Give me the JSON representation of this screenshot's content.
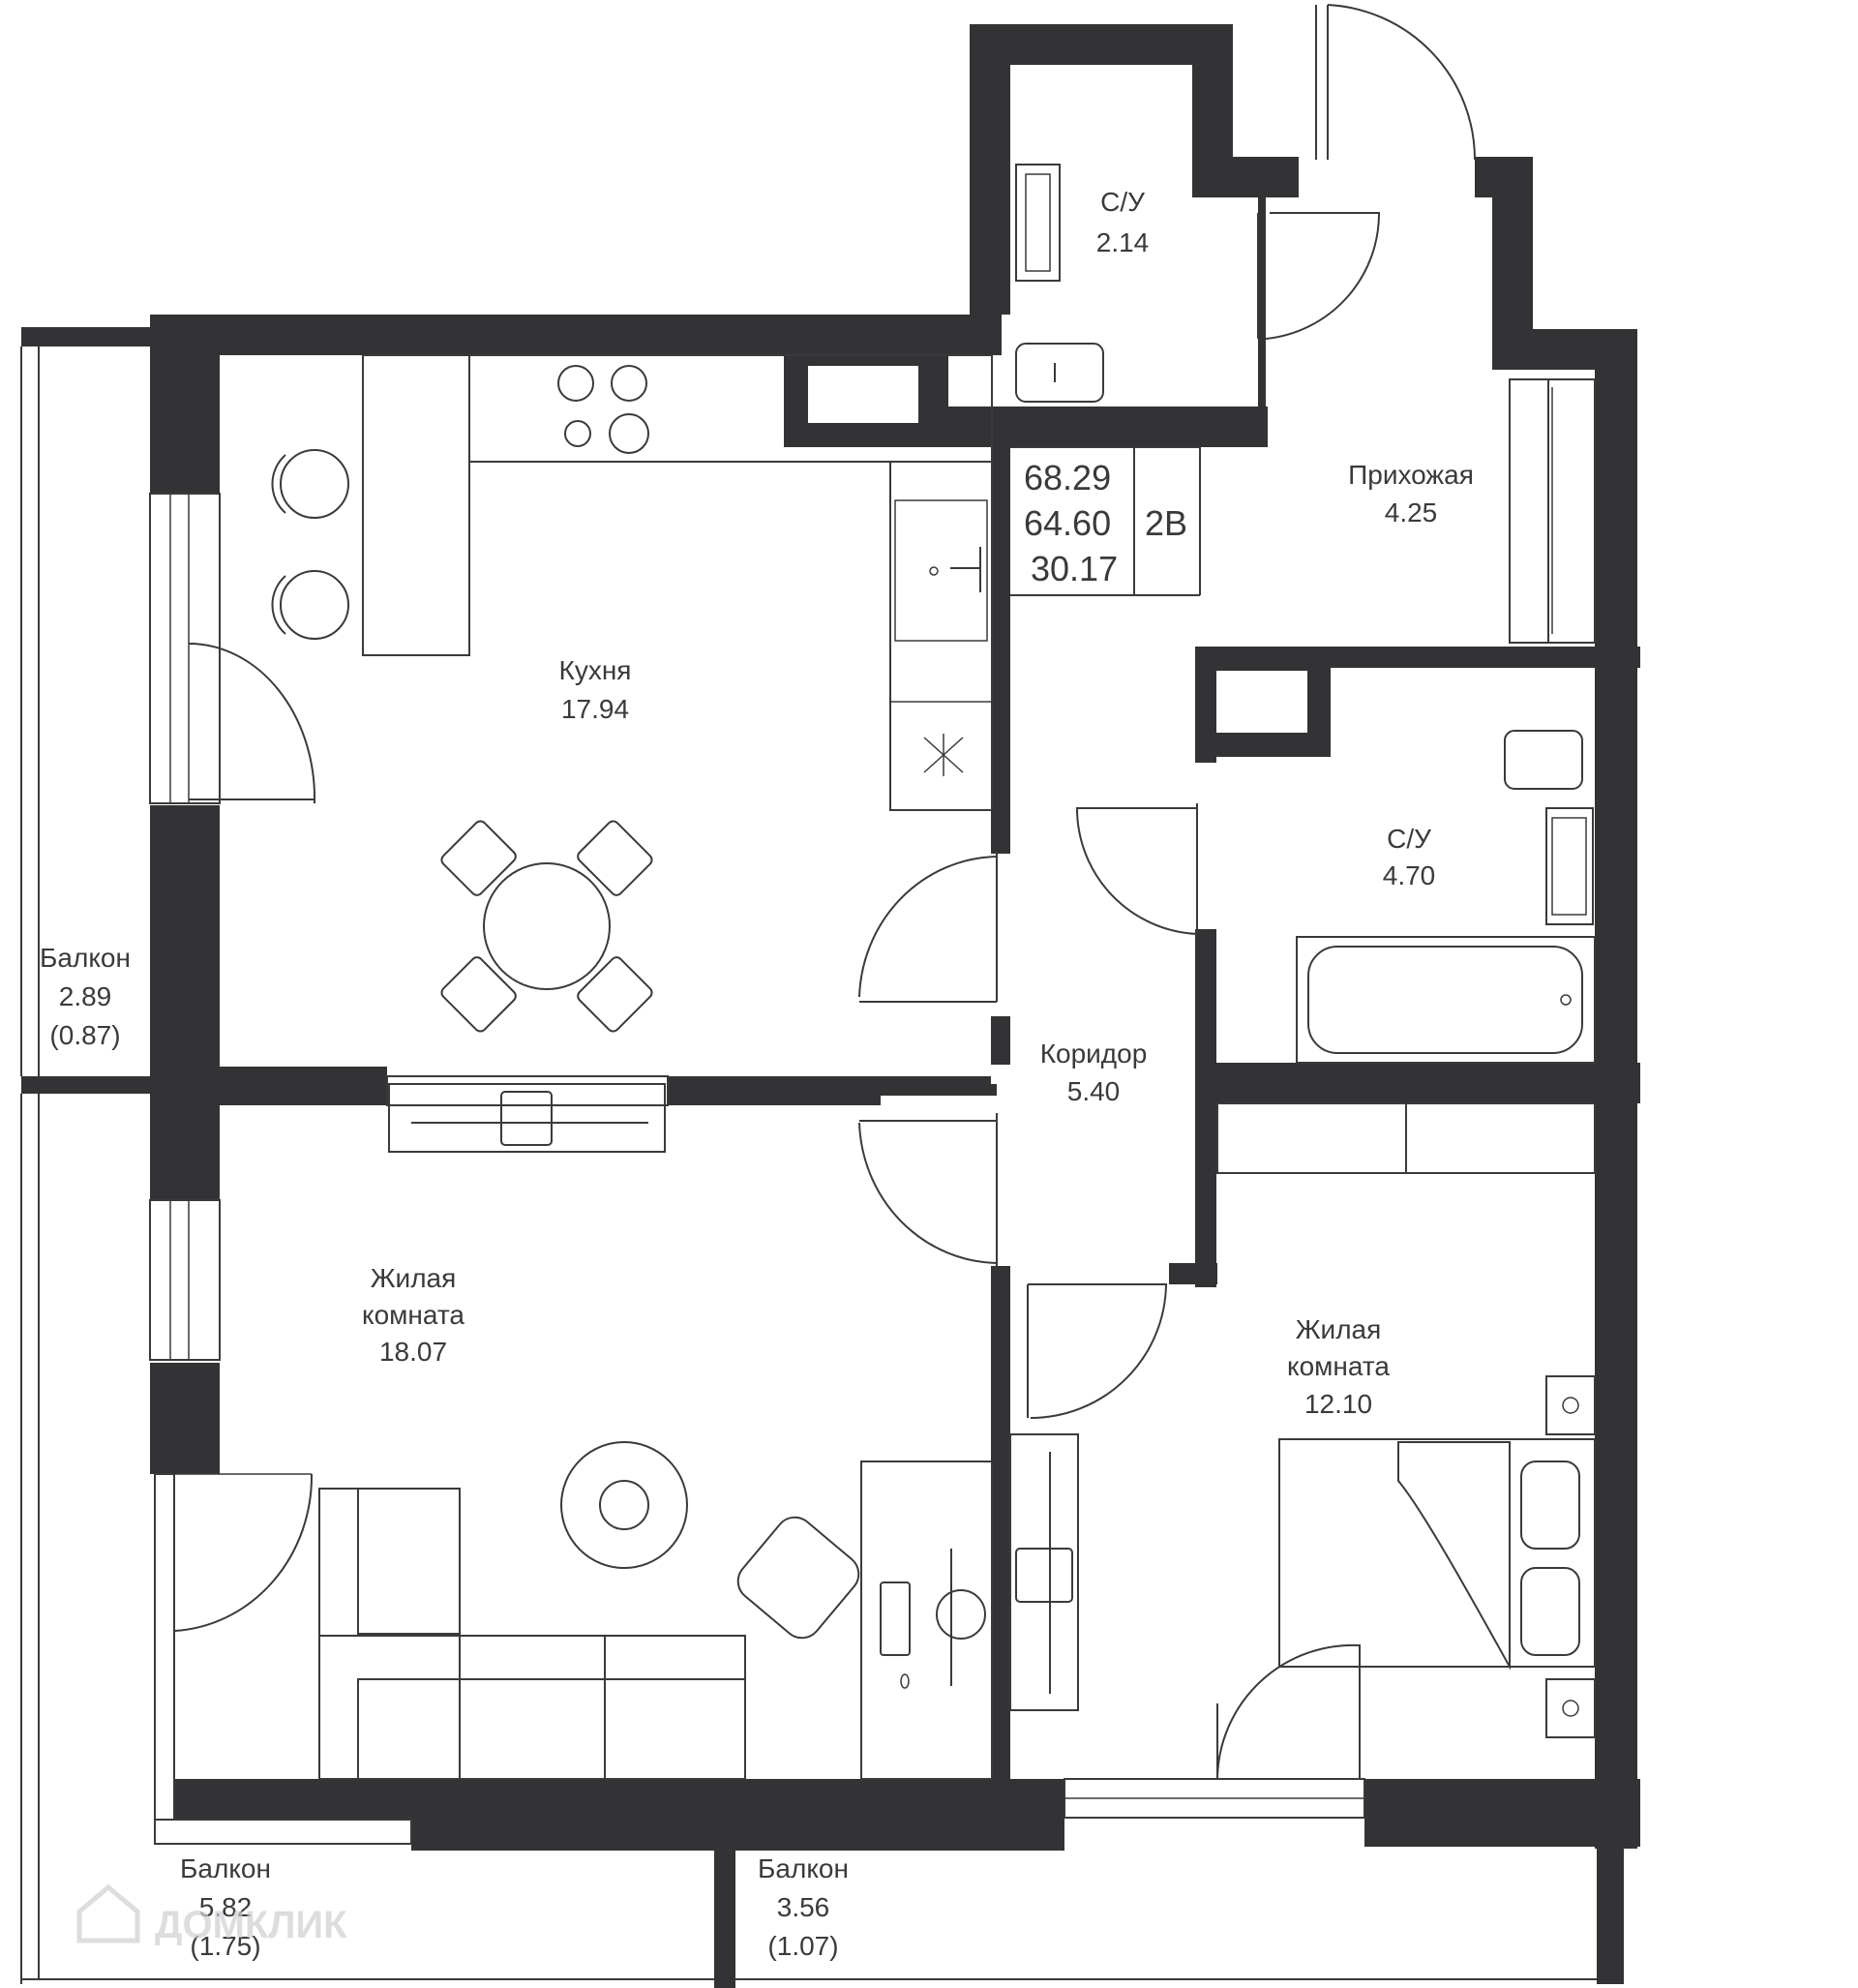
{
  "summary": {
    "total_area": "68.29",
    "area_without_balconies": "64.60",
    "living_area": "30.17",
    "layout_type": "2В"
  },
  "rooms": [
    {
      "id": "bathroom_small",
      "name": "С/У",
      "area": "2.14"
    },
    {
      "id": "hallway",
      "name": "Прихожая",
      "area": "4.25"
    },
    {
      "id": "kitchen",
      "name": "Кухня",
      "area": "17.94"
    },
    {
      "id": "bathroom_large",
      "name": "С/У",
      "area": "4.70"
    },
    {
      "id": "corridor",
      "name": "Коридор",
      "area": "5.40"
    },
    {
      "id": "living_room_1",
      "name_line1": "Жилая",
      "name_line2": "комната",
      "area": "18.07"
    },
    {
      "id": "living_room_2",
      "name_line1": "Жилая",
      "name_line2": "комната",
      "area": "12.10"
    },
    {
      "id": "balcony_west",
      "name": "Балкон",
      "area": "2.89",
      "reduced_area": "(0.87)"
    },
    {
      "id": "balcony_south_left",
      "name": "Балкон",
      "area": "5.82",
      "reduced_area": "(1.75)"
    },
    {
      "id": "balcony_south_right",
      "name": "Балкон",
      "area": "3.56",
      "reduced_area": "(1.07)"
    }
  ],
  "watermark": "ДОМКЛИК",
  "colors": {
    "wall": "#333335",
    "line": "#3a3a3c",
    "background": "#ffffff"
  }
}
